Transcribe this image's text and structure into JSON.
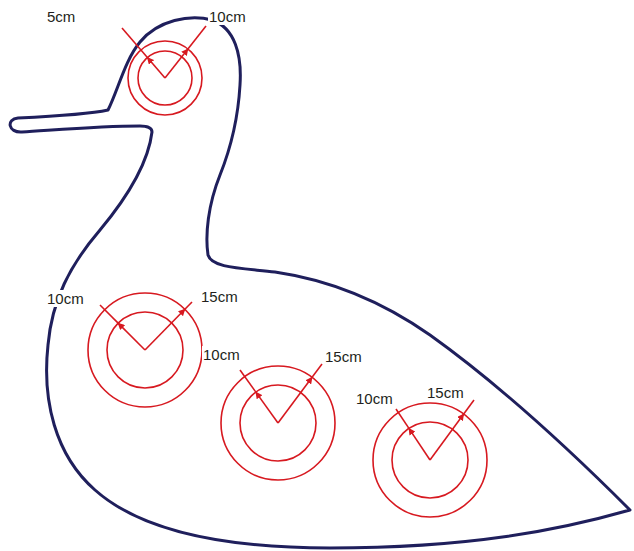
{
  "diagram": {
    "labels": [
      "5cm",
      "10cm",
      "10cm",
      "15cm",
      "10cm",
      "15cm",
      "10cm",
      "15cm"
    ]
  }
}
